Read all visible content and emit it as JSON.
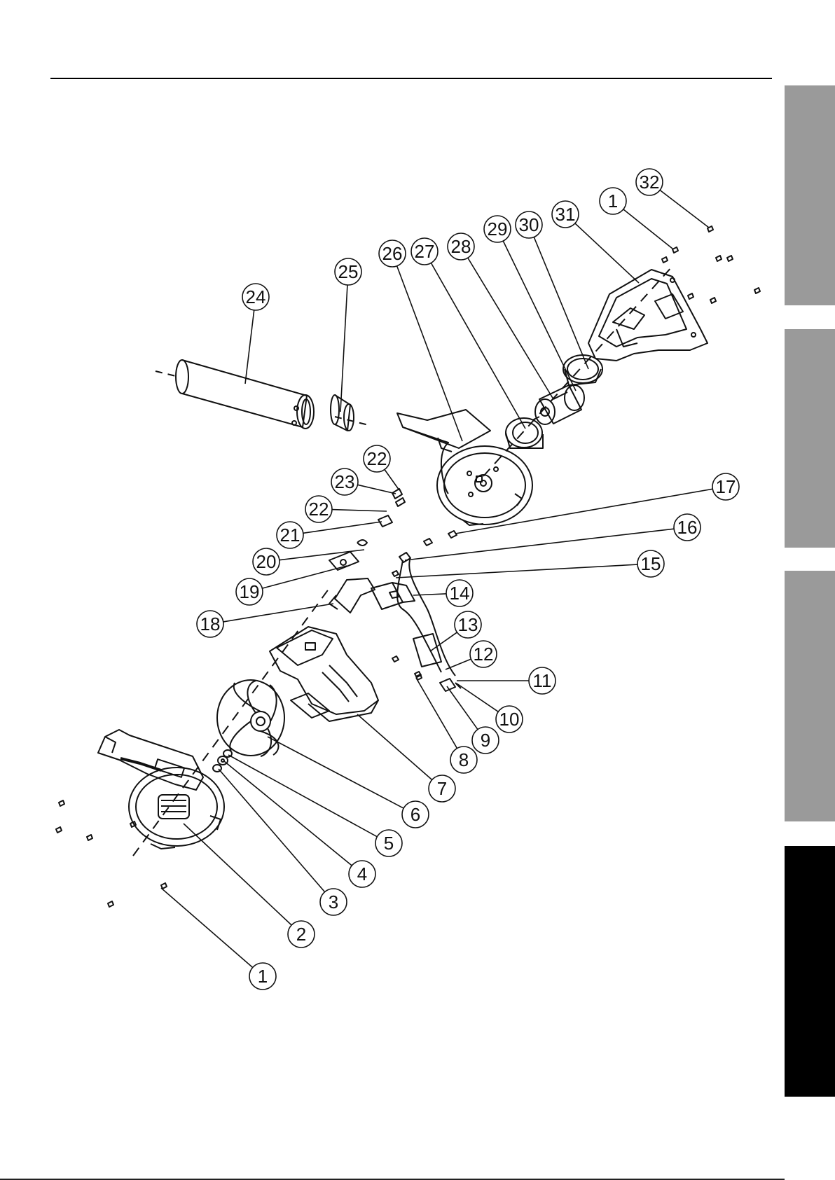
{
  "diagram": {
    "callouts": [
      {
        "label": "1"
      },
      {
        "label": "2"
      },
      {
        "label": "3"
      },
      {
        "label": "4"
      },
      {
        "label": "5"
      },
      {
        "label": "6"
      },
      {
        "label": "7"
      },
      {
        "label": "8"
      },
      {
        "label": "9"
      },
      {
        "label": "10"
      },
      {
        "label": "11"
      },
      {
        "label": "12"
      },
      {
        "label": "13"
      },
      {
        "label": "14"
      },
      {
        "label": "15"
      },
      {
        "label": "16"
      },
      {
        "label": "17"
      },
      {
        "label": "18"
      },
      {
        "label": "19"
      },
      {
        "label": "20"
      },
      {
        "label": "21"
      },
      {
        "label": "22"
      },
      {
        "label": "23"
      },
      {
        "label": "22"
      },
      {
        "label": "24"
      },
      {
        "label": "25"
      },
      {
        "label": "26"
      },
      {
        "label": "27"
      },
      {
        "label": "28"
      },
      {
        "label": "29"
      },
      {
        "label": "30"
      },
      {
        "label": "31"
      },
      {
        "label": "1"
      },
      {
        "label": "32"
      }
    ]
  },
  "colors": {
    "tab_gray": "#9a9a9a",
    "tab_active": "#000000",
    "line": "#000000"
  }
}
